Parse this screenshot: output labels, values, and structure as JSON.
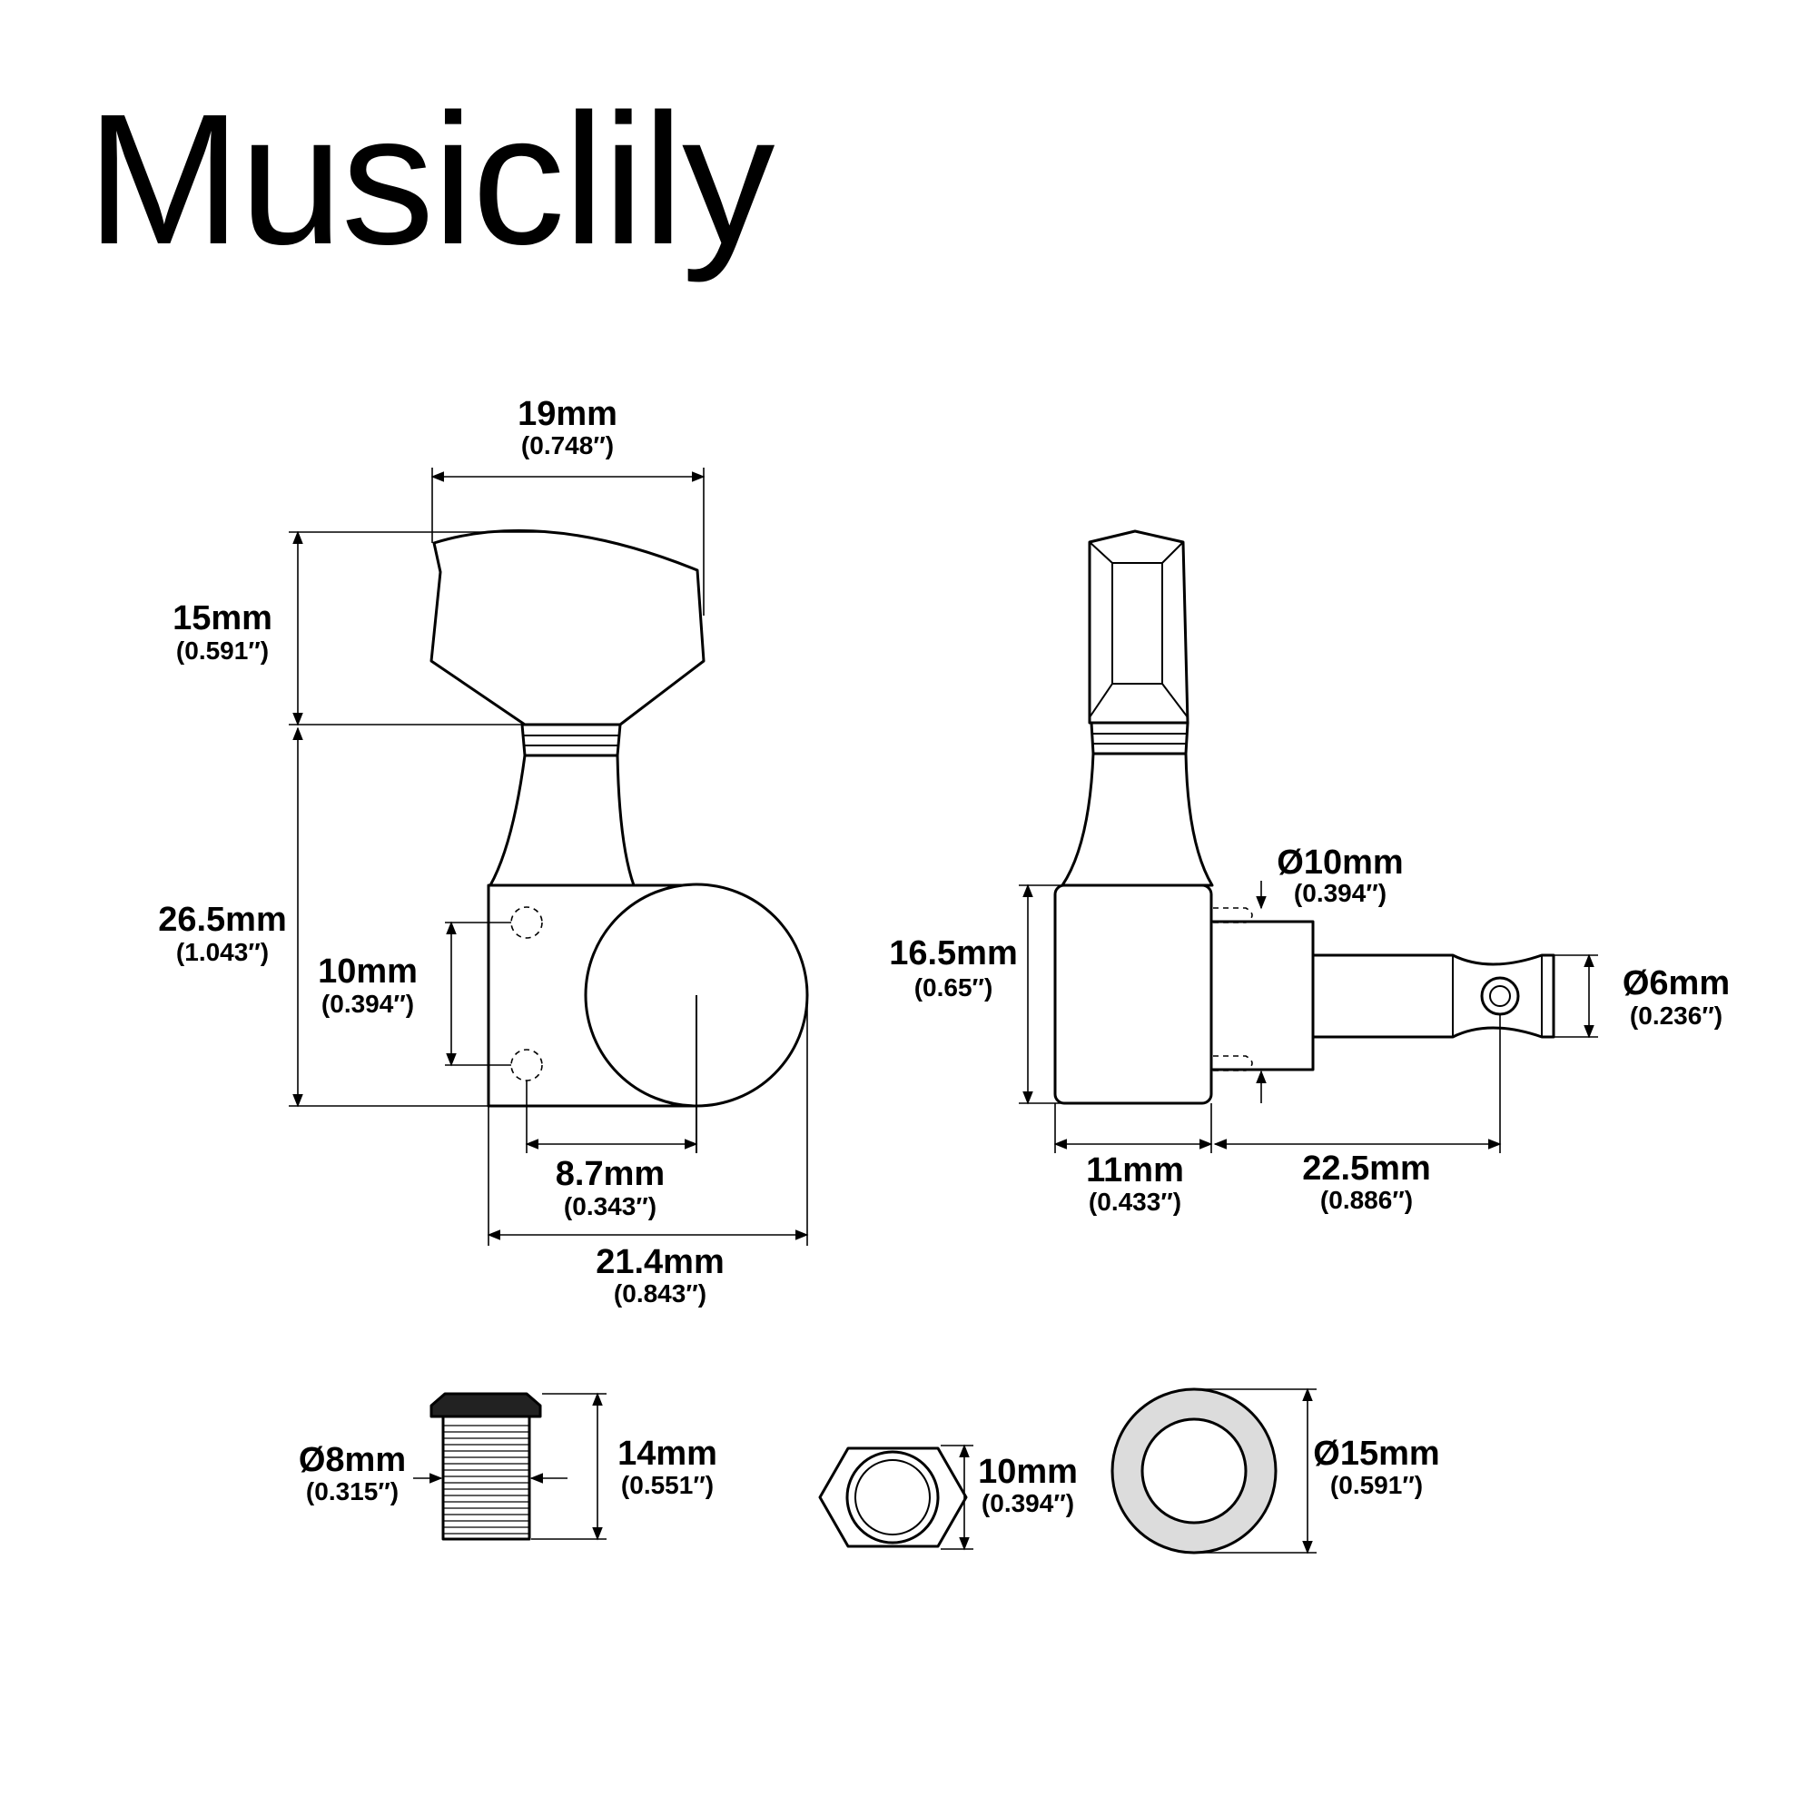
{
  "brand": "Musiclily",
  "front_view": {
    "button_width": {
      "mm": "19mm",
      "inch": "(0.748″)"
    },
    "button_height": {
      "mm": "15mm",
      "inch": "(0.591″)"
    },
    "housing_height": {
      "mm": "26.5mm",
      "inch": "(1.043″)"
    },
    "hole_spacing": {
      "mm": "10mm",
      "inch": "(0.394″)"
    },
    "hole_to_center": {
      "mm": "8.7mm",
      "inch": "(0.343″)"
    },
    "total_width": {
      "mm": "21.4mm",
      "inch": "(0.843″)"
    }
  },
  "side_view": {
    "bushing_diameter": {
      "mm": "Ø10mm",
      "inch": "(0.394″)"
    },
    "body_height": {
      "mm": "16.5mm",
      "inch": "(0.65″)"
    },
    "post_diameter": {
      "mm": "Ø6mm",
      "inch": "(0.236″)"
    },
    "body_depth": {
      "mm": "11mm",
      "inch": "(0.433″)"
    },
    "post_length": {
      "mm": "22.5mm",
      "inch": "(0.886″)"
    }
  },
  "bushing": {
    "diameter": {
      "mm": "Ø8mm",
      "inch": "(0.315″)"
    },
    "length": {
      "mm": "14mm",
      "inch": "(0.551″)"
    }
  },
  "hex_nut": {
    "size": {
      "mm": "10mm",
      "inch": "(0.394″)"
    }
  },
  "washer": {
    "diameter": {
      "mm": "Ø15mm",
      "inch": "(0.591″)"
    }
  }
}
